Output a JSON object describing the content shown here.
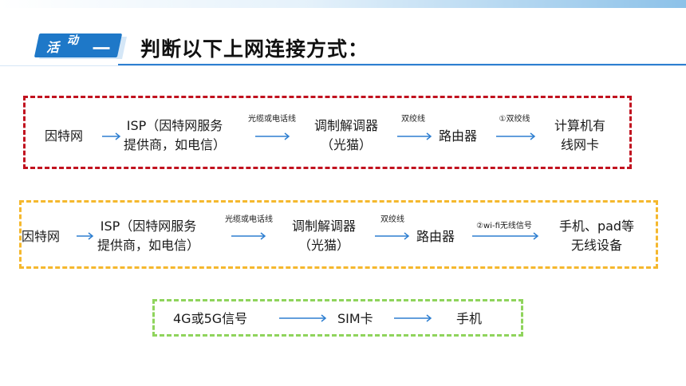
{
  "header": {
    "badge": {
      "part1": "活",
      "part2": "动",
      "part3": "一"
    },
    "title": "判断以下上网连接方式："
  },
  "row1": {
    "n1": "因特网",
    "n2": {
      "line1": "ISP（因特网服务",
      "line2": "提供商，如电信）"
    },
    "e2": "光缆或电话线",
    "n3": {
      "line1": "调制解调器",
      "line2": "（光猫）"
    },
    "e3": "双绞线",
    "n4": "路由器",
    "e4": "①双绞线",
    "n5": {
      "line1": "计算机有",
      "line2": "线网卡"
    }
  },
  "row2": {
    "n1": "因特网",
    "n2": {
      "line1": "ISP（因特网服务",
      "line2": "提供商，如电信）"
    },
    "e2": "光缆或电话线",
    "n3": {
      "line1": "调制解调器",
      "line2": "（光猫）"
    },
    "e3": "双绞线",
    "n4": "路由器",
    "e4": "②wi-fi无线信号",
    "n5": {
      "line1": "手机、pad等",
      "line2": "无线设备"
    }
  },
  "row3": {
    "n1": "4G或5G信号",
    "n2": "SIM卡",
    "n3": "手机"
  },
  "colors": {
    "accent": "#1e78c8",
    "arrow": "#2e7fd1",
    "red_box": "#c1121f",
    "yellow_box": "#f5b82e",
    "green_box": "#8fd45c"
  }
}
